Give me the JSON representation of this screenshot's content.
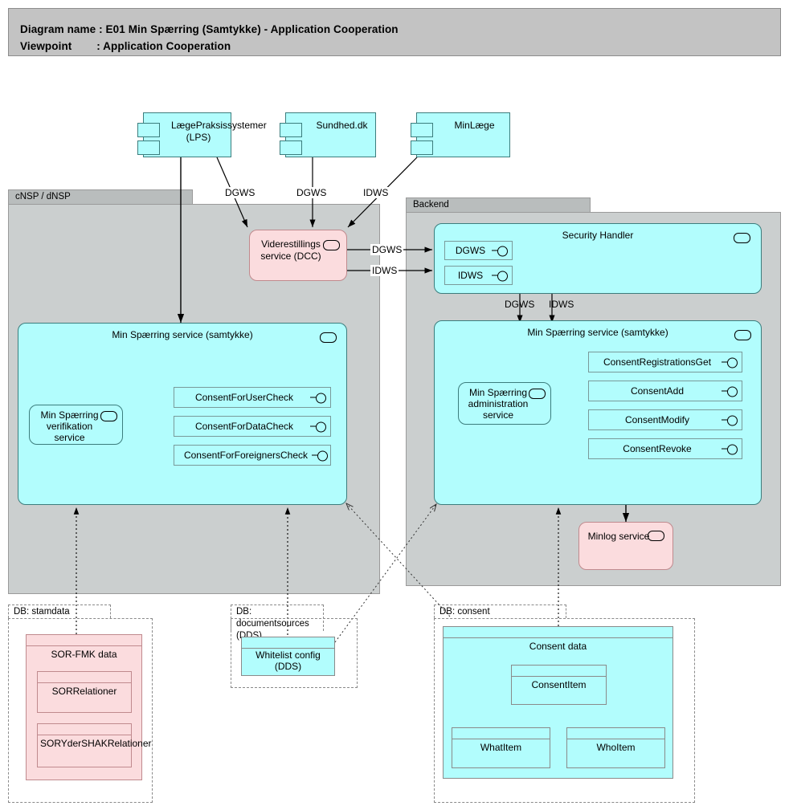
{
  "header": {
    "line1": "Diagram name : E01 Min Spærring (Samtykke) - Application Cooperation",
    "line2": "Viewpoint        : Application Cooperation"
  },
  "colors": {
    "application": "#b2fdfd",
    "technology_pink": "#fbdcde",
    "grouping": "#cbcfcf",
    "grouping_tab": "#b9bdbd",
    "header_bar": "#c3c3c3"
  },
  "top_components": [
    {
      "name": "LægePraksissystemer (LPS)"
    },
    {
      "name": "Sundhed.dk"
    },
    {
      "name": "MinLæge"
    }
  ],
  "groups": {
    "nsp": {
      "label": "cNSP / dNSP"
    },
    "backend": {
      "label": "Backend"
    }
  },
  "dcc": {
    "name": "Viderestillings service (DCC)"
  },
  "security_handler": {
    "name": "Security Handler",
    "interfaces": [
      {
        "name": "DGWS"
      },
      {
        "name": "IDWS"
      }
    ]
  },
  "nsp_service": {
    "title": "Min Spærring service (samtykke)",
    "component": "Min Spærring verifikation service",
    "interfaces": [
      {
        "name": "ConsentForUserCheck"
      },
      {
        "name": "ConsentForDataCheck"
      },
      {
        "name": "ConsentForForeignersCheck"
      }
    ]
  },
  "backend_service": {
    "title": "Min Spærring service (samtykke)",
    "component": "Min Spærring administration service",
    "interfaces": [
      {
        "name": "ConsentRegistrationsGet"
      },
      {
        "name": "ConsentAdd"
      },
      {
        "name": "ConsentModify"
      },
      {
        "name": "ConsentRevoke"
      }
    ]
  },
  "minlog": {
    "name": "Minlog service"
  },
  "databases": [
    {
      "label": "DB: stamdata",
      "root": "SOR-FMK data",
      "children": [
        "SORRelationer",
        "SORYderSHAKRelationer"
      ]
    },
    {
      "label": "DB: documentsources (DDS)",
      "root": "Whitelist config (DDS)",
      "children": []
    },
    {
      "label": "DB: consent",
      "root": "Consent data",
      "children": [
        "ConsentItem",
        "WhatItem",
        "WhoItem"
      ]
    }
  ],
  "connector_labels": {
    "lps_dcc": "DGWS",
    "sundhed_dcc": "DGWS",
    "minlaege_dcc": "IDWS",
    "dcc_sh_dgws": "DGWS",
    "dcc_sh_idws": "IDWS",
    "sh_service_dgws": "DGWS",
    "sh_service_idws": "IDWS"
  }
}
